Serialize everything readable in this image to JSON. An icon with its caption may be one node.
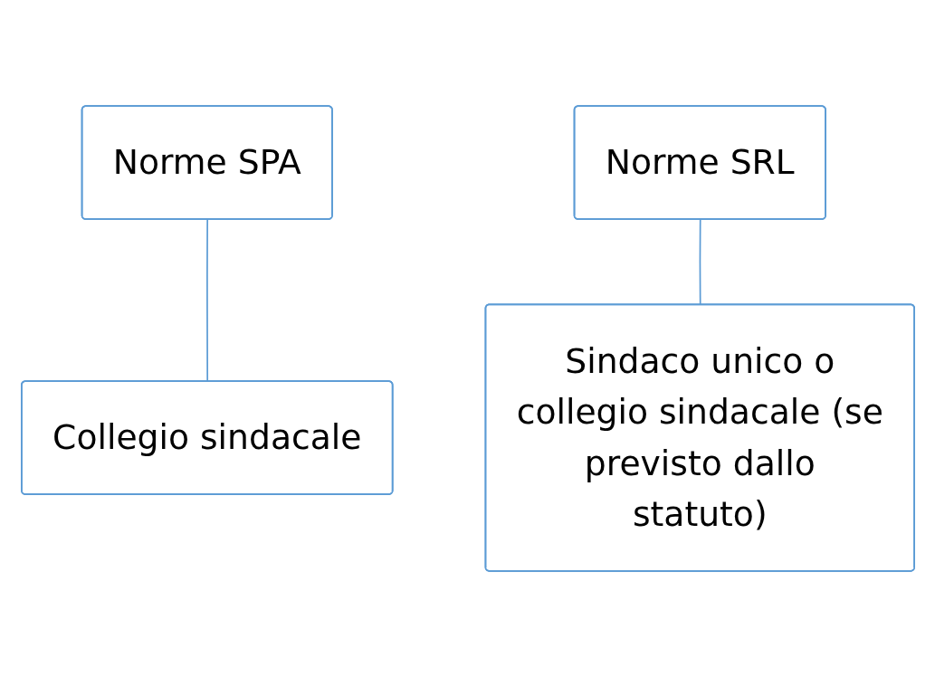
{
  "diagram": {
    "nodes": [
      {
        "text": [
          "Norme SPA"
        ]
      },
      {
        "text": [
          "Norme SRL"
        ]
      },
      {
        "text": [
          "Collegio sindacale"
        ]
      },
      {
        "text": [
          "Sindaco unico o collegio sindacale (se previsto dallo statuto)"
        ]
      }
    ],
    "edges": [
      {
        "from": 0,
        "to": 2,
        "arrow": "none"
      },
      {
        "from": 1,
        "to": 3,
        "arrow": "none"
      }
    ]
  }
}
